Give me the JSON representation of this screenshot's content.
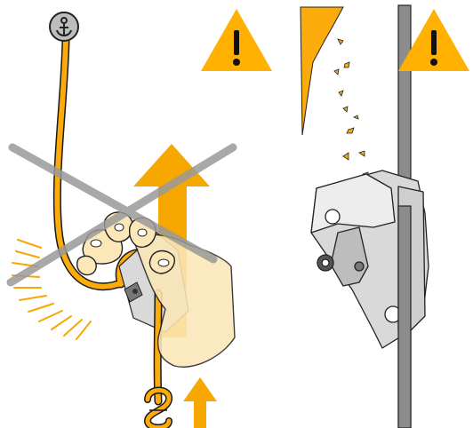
{
  "figure": {
    "kind": "safety-instruction-illustration",
    "panels": [
      {
        "id": "incorrect-use",
        "marks": [
          "anchor-icon",
          "crossed-out",
          "warning-icon",
          "up-arrow"
        ]
      },
      {
        "id": "rope-damage",
        "marks": [
          "warning-icon",
          "sharp-edge",
          "rope-debris"
        ]
      }
    ]
  },
  "icons": {
    "anchor": "anchor-icon",
    "warning": "warning-triangle-icon",
    "arrow": "up-arrow-icon",
    "cross": "cross-out-icon"
  },
  "colors": {
    "rope_orange": "#FBAB0B",
    "warning_yellow": "#FFB000",
    "arrow_orange": "#F6A800",
    "skin": "#FBE7B8",
    "device_gray": "#D9D9D9",
    "rope_gray": "#8C8C8C",
    "cross_gray": "#9A9A9A",
    "outline": "#222222"
  }
}
